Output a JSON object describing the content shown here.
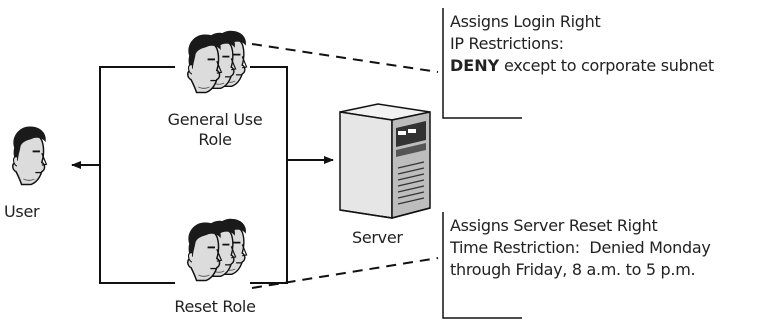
{
  "actors": {
    "user": {
      "label": "User"
    },
    "general_role": {
      "label_line1": "General Use",
      "label_line2": "Role"
    },
    "reset_role": {
      "label": "Reset Role"
    },
    "server": {
      "label": "Server"
    }
  },
  "notes": {
    "login": {
      "line1": "Assigns Login Right",
      "line2": "IP Restrictions:",
      "line3_bold": "DENY",
      "line3_rest": " except to corporate subnet"
    },
    "reset": {
      "line1": "Assigns Server Reset Right",
      "line2": "Time Restriction:  Denied Monday",
      "line3": "through Friday, 8 a.m. to 5 p.m."
    }
  },
  "colors": {
    "line": "#111111",
    "skin": "#dcdcdc",
    "hair": "#1a1a1a",
    "server_body": "#e6e6e6",
    "server_dark": "#333333"
  }
}
